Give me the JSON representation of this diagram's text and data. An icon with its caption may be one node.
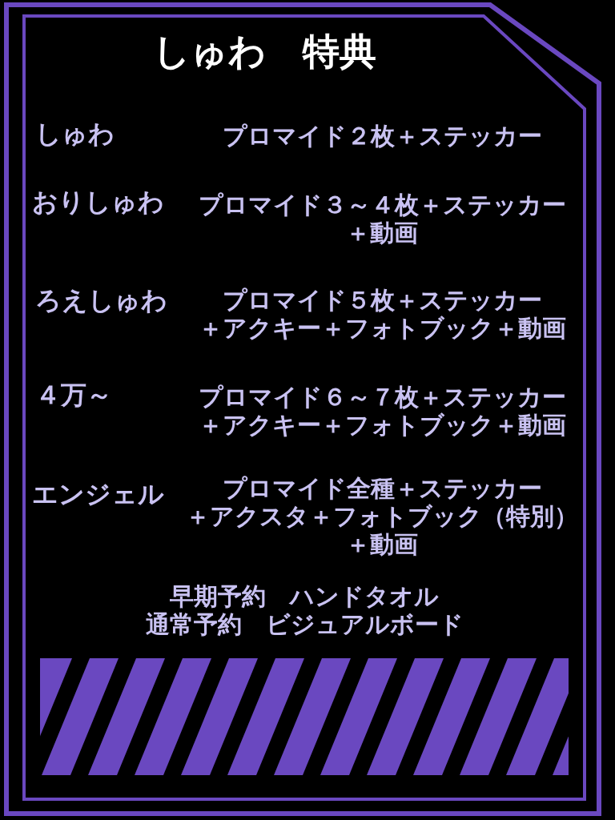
{
  "diagram": {
    "title": "しゅわ　特典",
    "labels": [
      "しゅわ",
      "プロマイド２枚＋ステッカー",
      "おりしゅわ",
      "プロマイド３～４枚＋ステッカー＋動画",
      "ろえしゅわ",
      "プロマイド５枚＋ステッカー＋アクキー＋フォトブック＋動画",
      "４万～",
      "プロマイド６～７枚＋ステッカー＋アクキー＋フォトブック＋動画",
      "エンジェル",
      "プロマイド全種＋ステッカー＋アクスタ＋フォトブック（特別）＋動画",
      "早期予約　ハンドタオル",
      "通常予約　ビジュアルボード"
    ]
  }
}
